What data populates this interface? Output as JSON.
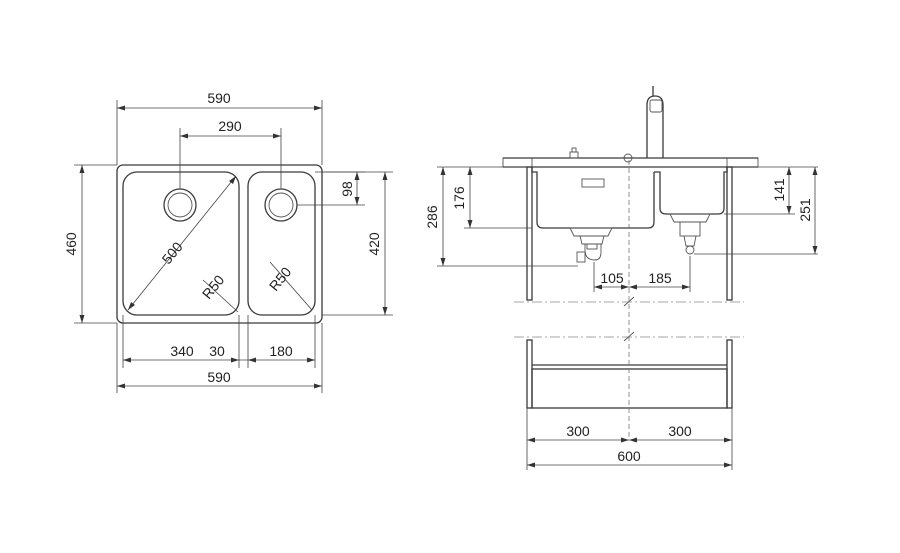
{
  "top_view": {
    "overall_width": "590",
    "inner_offset": "290",
    "overall_width_bottom": "590",
    "height": "460",
    "height_inner": "420",
    "drain_offset": "98",
    "diagonal": "500",
    "radius_left": "R50",
    "radius_right": "R50",
    "left_bowl": "340",
    "divider": "30",
    "right_bowl": "180"
  },
  "side_view": {
    "depth_total": "286",
    "depth_main": "176",
    "depth_small": "141",
    "depth_small_total": "251",
    "drain_offset_a": "105",
    "drain_offset_b": "185",
    "cabinet_left": "300",
    "cabinet_right": "300",
    "cabinet_total": "600"
  }
}
